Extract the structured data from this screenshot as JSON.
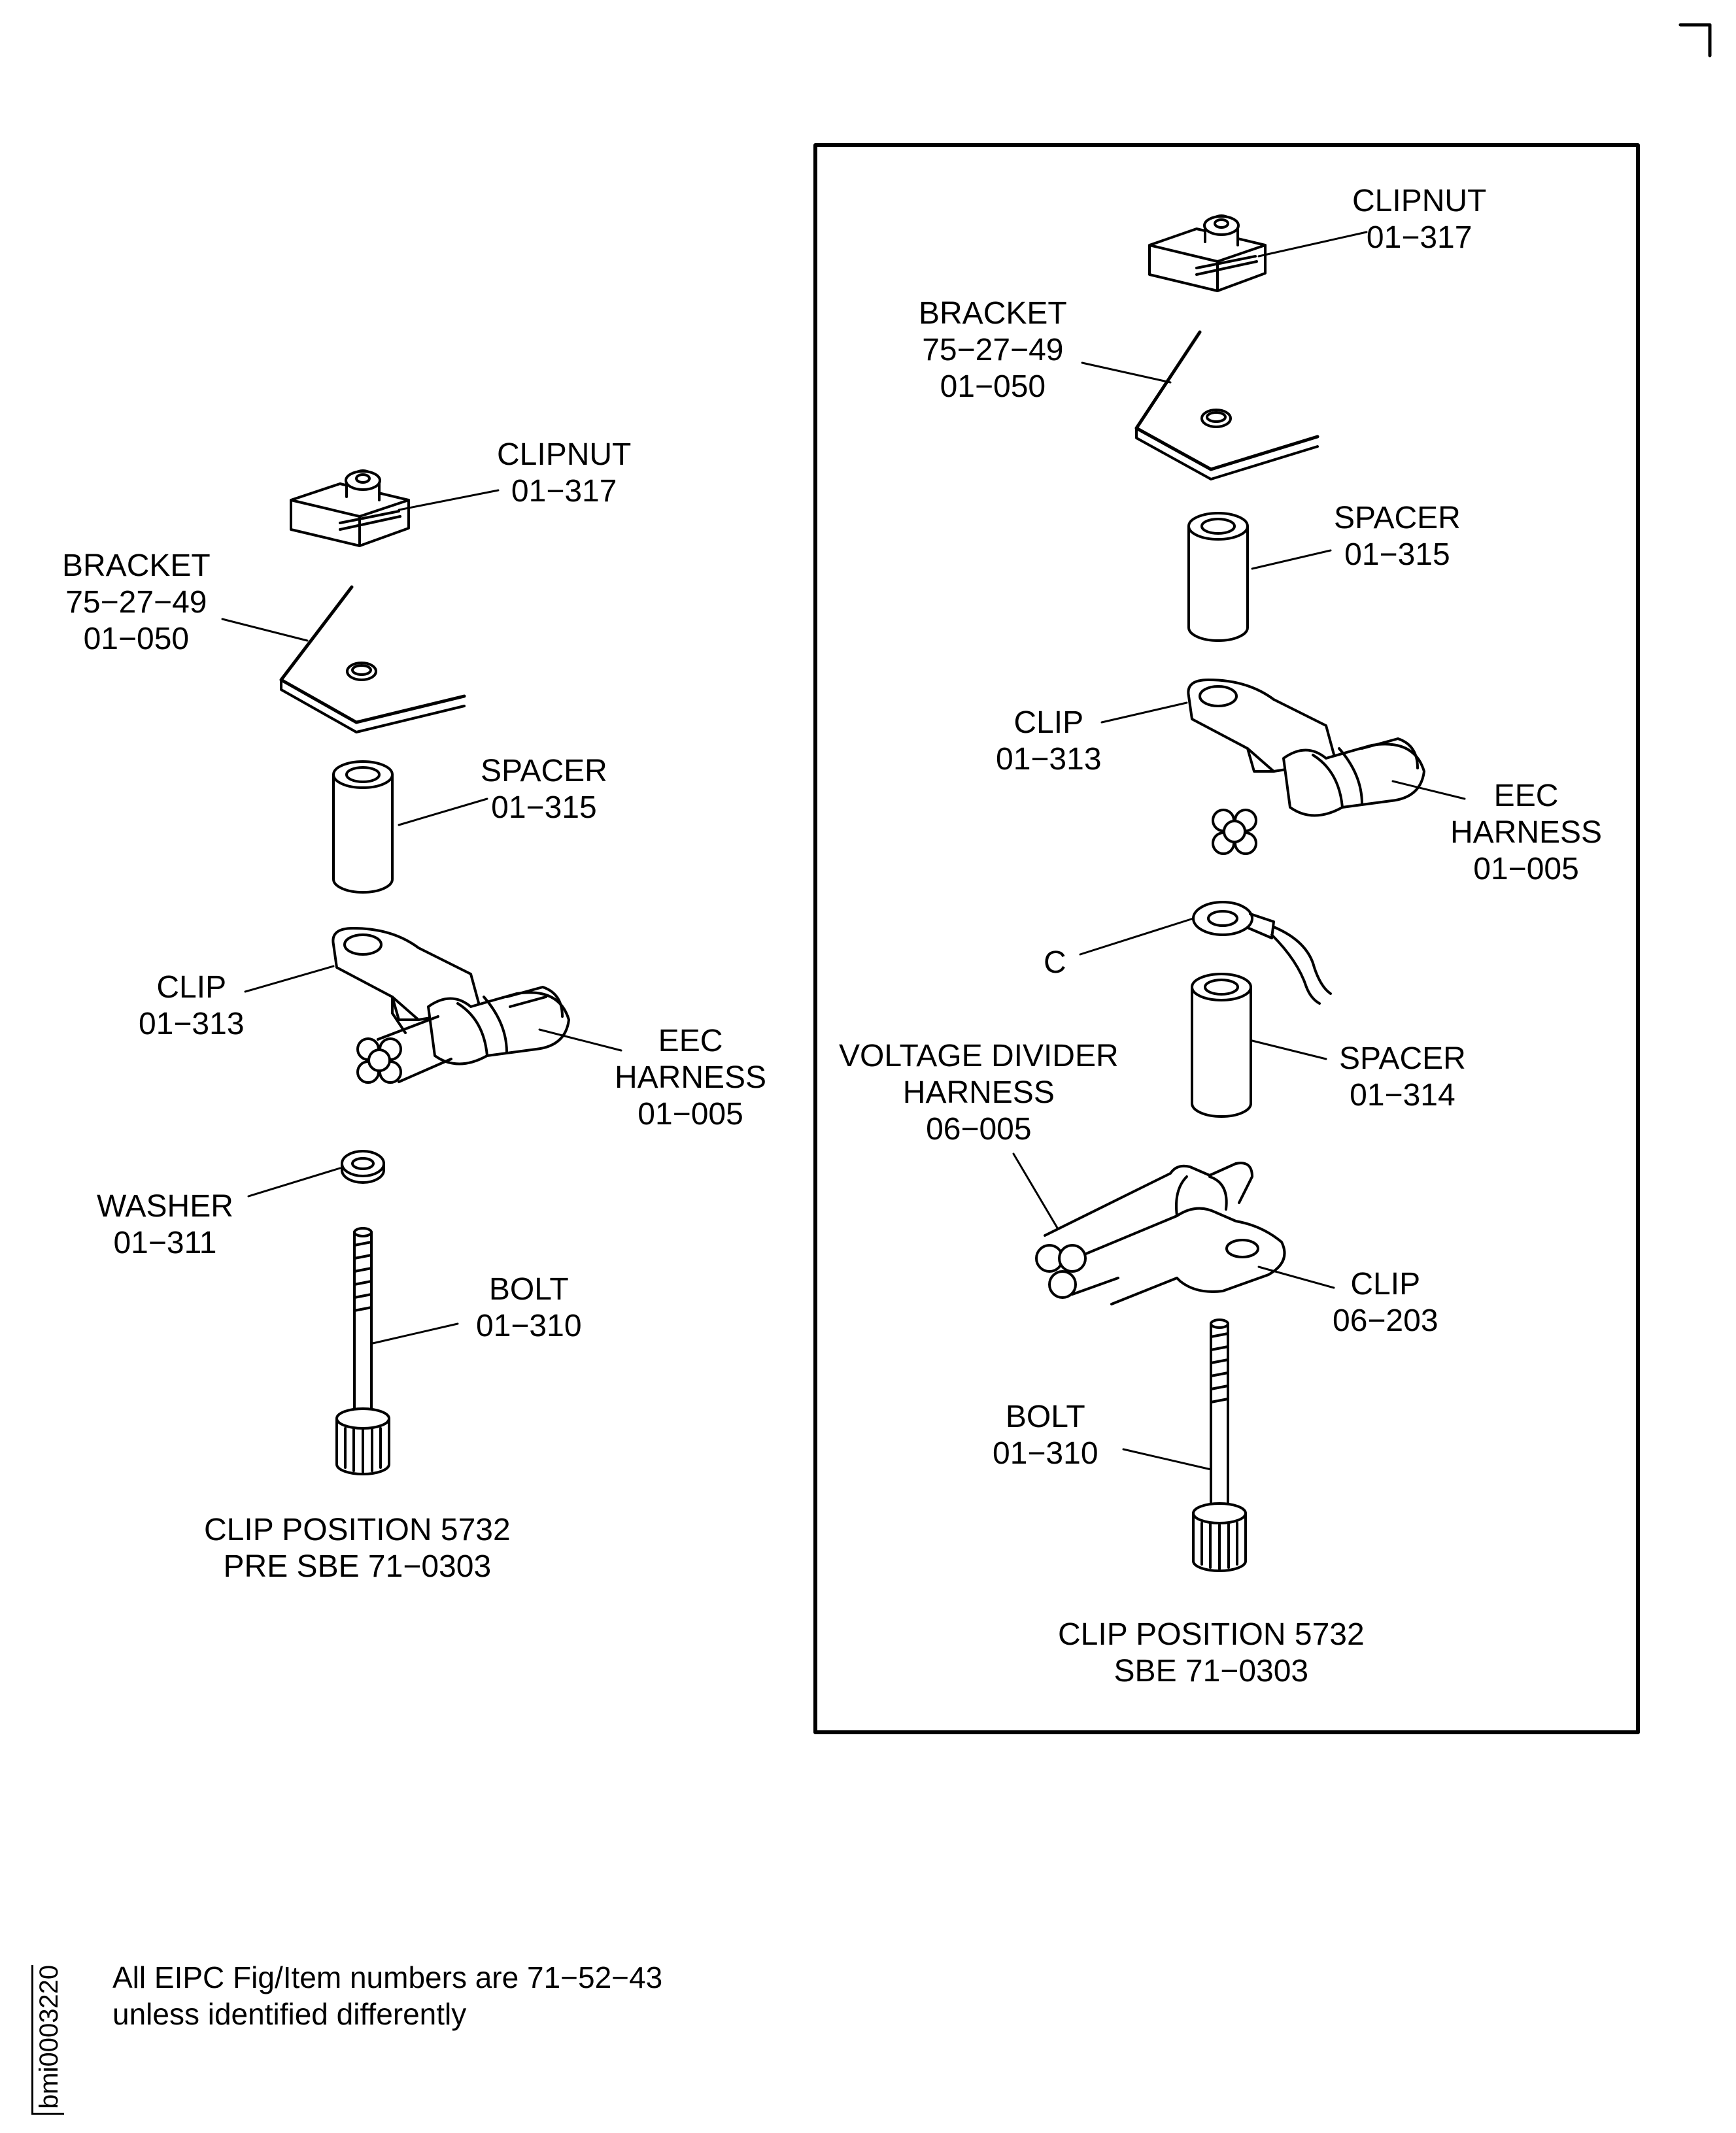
{
  "left_assembly": {
    "clipnut": [
      "CLIPNUT",
      "01−317"
    ],
    "bracket": [
      "BRACKET",
      "75−27−49",
      "01−050"
    ],
    "spacer": [
      "SPACER",
      "01−315"
    ],
    "clip": [
      "CLIP",
      "01−313"
    ],
    "harness": [
      "EEC",
      "HARNESS",
      "01−005"
    ],
    "washer": [
      "WASHER",
      "01−311"
    ],
    "bolt": [
      "BOLT",
      "01−310"
    ],
    "caption": [
      "CLIP POSITION 5732",
      "PRE SBE 71−0303"
    ]
  },
  "right_assembly": {
    "clipnut": [
      "CLIPNUT",
      "01−317"
    ],
    "bracket": [
      "BRACKET",
      "75−27−49",
      "01−050"
    ],
    "spacer_upper": [
      "SPACER",
      "01−315"
    ],
    "clip_upper": [
      "CLIP",
      "01−313"
    ],
    "harness": [
      "EEC",
      "HARNESS",
      "01−005"
    ],
    "terminal": [
      "C"
    ],
    "spacer_lower": [
      "SPACER",
      "01−314"
    ],
    "voltage_harness": [
      "VOLTAGE DIVIDER",
      "HARNESS",
      "06−005"
    ],
    "clip_lower": [
      "CLIP",
      "06−203"
    ],
    "bolt": [
      "BOLT",
      "01−310"
    ],
    "caption": [
      "CLIP POSITION 5732",
      "SBE 71−0303"
    ]
  },
  "footnote": [
    "All EIPC Fig/Item numbers are 71−52−43",
    "unless identified differently"
  ],
  "figure_id": "bmi0003220"
}
